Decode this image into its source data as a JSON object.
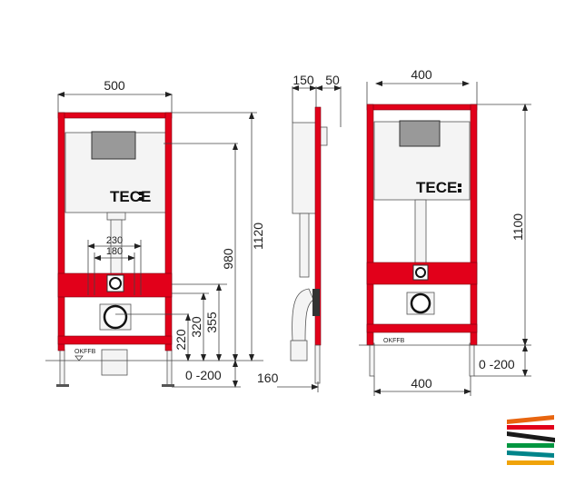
{
  "front_view": {
    "width_label": "500",
    "inner_width_outer": "230",
    "inner_width_inner": "180",
    "logo": "TECE",
    "floor_label": "OKFFB",
    "height_980": "980",
    "height_1120": "1120",
    "height_220": "220",
    "height_320": "320",
    "height_355": "355",
    "leg_adjust": "0 -200"
  },
  "side_view": {
    "depth_label": "160",
    "top_150": "150",
    "top_50": "50"
  },
  "right_view": {
    "top_width": "400",
    "height_1100": "1100",
    "leg_adjust": "0 -200",
    "bottom_width": "400",
    "logo": "TECE",
    "floor_label": "OKFFB"
  },
  "brand_colors": [
    "#e8650f",
    "#e2001a",
    "#1a1a1a",
    "#009640",
    "#00848a",
    "#f0a30a"
  ]
}
